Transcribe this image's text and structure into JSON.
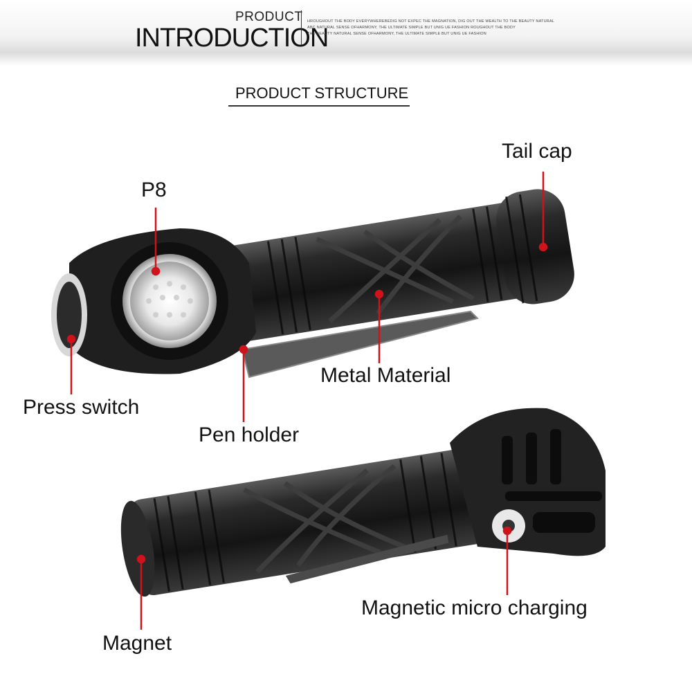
{
  "header": {
    "small_title": "PRODUCT",
    "big_title": "INTRODUCTION",
    "tagline_lines": [
      "HROUGHOUT THE BODY EVERYWHEREBEDIG NOT EXPEC THE MAGNATION, DIG OUT THE WEALTH TO THE BEAUTY NATURAL",
      "ABC NATURAL SENSE OFHARMONY, THE ULTIMATE SIMPLE BUT UNIG UE FASHION ROUGHOUT THE BODY",
      "THE BEAUTY NATURAL SENSE OFHARMONY, THE ULTIMATE SIMPLE BUT UNIG UE FASHION"
    ]
  },
  "section_title": "PRODUCT STRUCTURE",
  "labels": {
    "p8": "P8",
    "tail_cap": "Tail cap",
    "metal_material": "Metal Material",
    "press_switch": "Press switch",
    "pen_holder": "Pen holder",
    "magnetic_charging": "Magnetic micro charging",
    "magnet": "Magnet"
  },
  "colors": {
    "callout": "#d0121b",
    "body": "#1c1c1c",
    "background": "#ffffff"
  }
}
